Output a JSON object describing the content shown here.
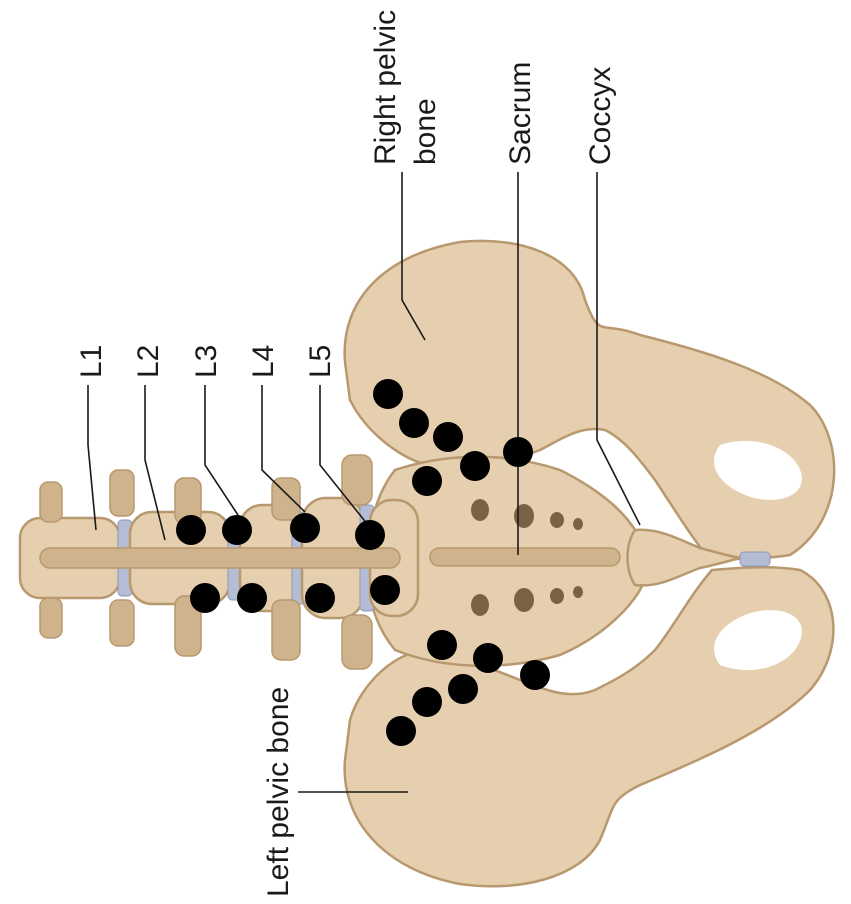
{
  "labels": {
    "l1": "L1",
    "l2": "L2",
    "l3": "L3",
    "l4": "L4",
    "l5": "L5",
    "right_pelvic_line1": "Right pelvic",
    "right_pelvic_line2": "bone",
    "sacrum": "Sacrum",
    "coccyx": "Coccyx",
    "left_pelvic": "Left pelvic bone"
  },
  "colors": {
    "bone": "#e6cfae",
    "bone_dark": "#cfb38c",
    "bone_edge": "#b8986e",
    "hole": "#7a6246",
    "disc": "#b4bdd4",
    "dot": "#000000",
    "text": "#1a1a1a"
  }
}
